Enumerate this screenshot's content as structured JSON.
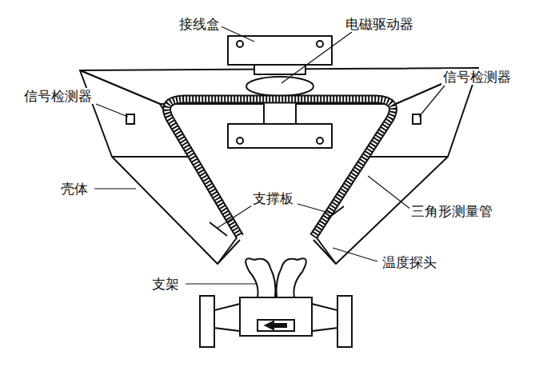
{
  "diagram": {
    "labels": [
      "接线盒",
      "电磁驱动器",
      "信号检测器",
      "信号检测器",
      "壳体",
      "支撑板",
      "三角形测量管",
      "温度探头",
      "支架"
    ]
  }
}
